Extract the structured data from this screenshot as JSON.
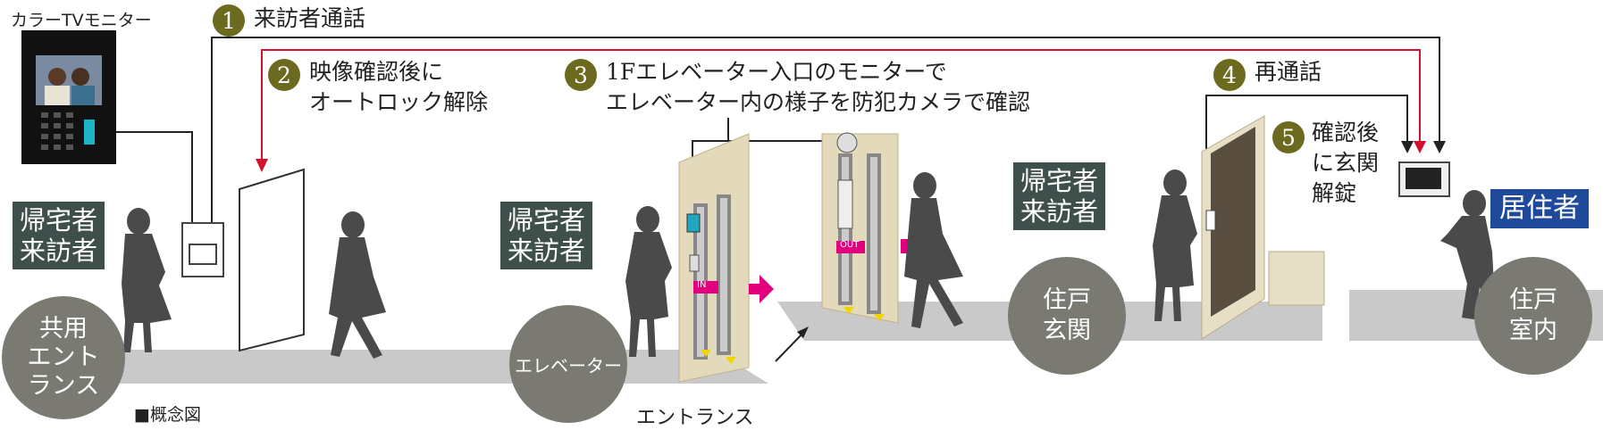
{
  "monitor_label": "カラーTVモニター",
  "legend": "■概念図",
  "entrance_label": "エントランス",
  "steps": [
    {
      "num": "1",
      "text": "来訪者通話"
    },
    {
      "num": "2",
      "text": "映像確認後に\nオートロック解除"
    },
    {
      "num": "3",
      "text": "1Fエレベーター入口のモニターで\nエレベーター内の様子を防犯カメラで確認"
    },
    {
      "num": "4",
      "text": "再通話"
    },
    {
      "num": "5",
      "text": "確認後\nに玄関\n解錠"
    }
  ],
  "visitor_boxes": [
    {
      "text": "帰宅者\n来訪者"
    },
    {
      "text": "帰宅者\n来訪者"
    },
    {
      "text": "帰宅者\n来訪者"
    }
  ],
  "resident_label": "居住者",
  "zones": [
    {
      "text": "共用\nエント\nランス"
    },
    {
      "text": "エレベーター"
    },
    {
      "text": "住戸\n玄関"
    },
    {
      "text": "住戸\n室内"
    }
  ],
  "door_tags": {
    "in": "IN",
    "out": "OUT"
  },
  "colors": {
    "accent_red": "#d3112e",
    "step_olive": "#6b6a1f",
    "label_teal": "#3f4f4c",
    "resident_blue": "#1f4a9c",
    "arrow_magenta": "#e3007f",
    "zone_gray": "#7b7a72",
    "floor_gray": "#c8c8c8"
  }
}
